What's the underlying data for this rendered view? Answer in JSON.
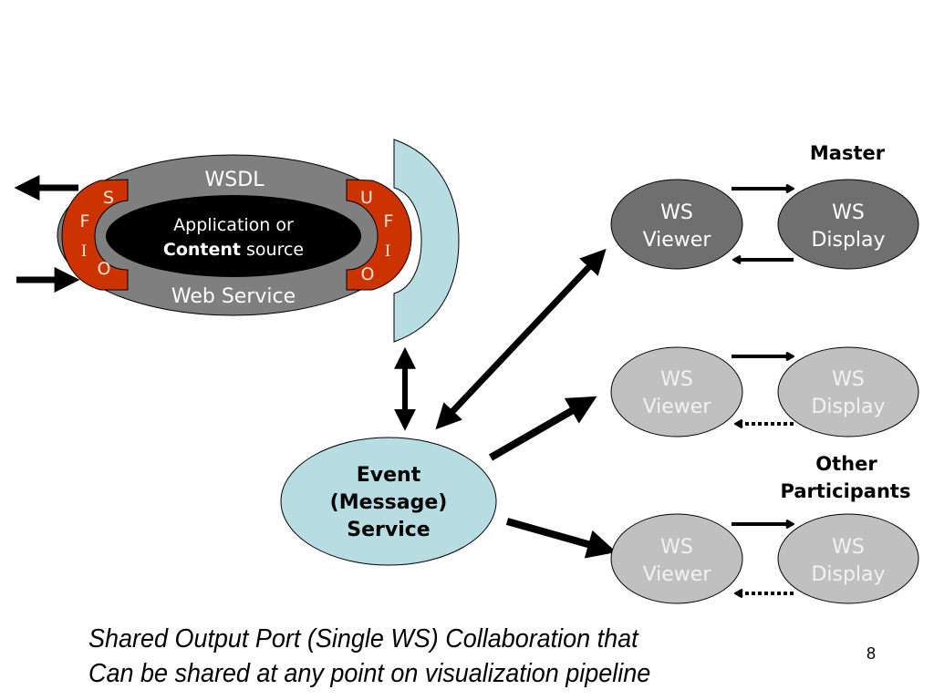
{
  "slide": {
    "page_number": "8",
    "caption_lines": [
      "Shared Output Port (Single WS) Collaboration that",
      "Can be shared at any point on visualization pipeline"
    ]
  },
  "web_service": {
    "top_label": "WSDL",
    "bottom_label": "Web Service",
    "core_line1": "Application or",
    "core_line2_bold": "Content",
    "core_line2_rest": " source",
    "left_port_letters": [
      "S",
      "F",
      "I",
      "O"
    ],
    "right_port_letters": [
      "U",
      "F",
      "I",
      "O"
    ]
  },
  "event_service": {
    "lines": [
      "Event",
      "(Message)",
      "Service"
    ]
  },
  "groups": {
    "master_label": "Master",
    "others_label_lines": [
      "Other",
      "Participants"
    ]
  },
  "nodes": {
    "viewer_lines": [
      "WS",
      "Viewer"
    ],
    "display_lines": [
      "WS",
      "Display"
    ]
  },
  "colors": {
    "outer_ring": "#7f7f7f",
    "core": "#000000",
    "port": "#cc3300",
    "port_text": "#ffe8d8",
    "portal": "#b7dde3",
    "event_service": "#b7dde3",
    "master_node": "#6f6f6f",
    "other_node": "#c0c0c0",
    "other_node_text": "#f2f2f2"
  }
}
